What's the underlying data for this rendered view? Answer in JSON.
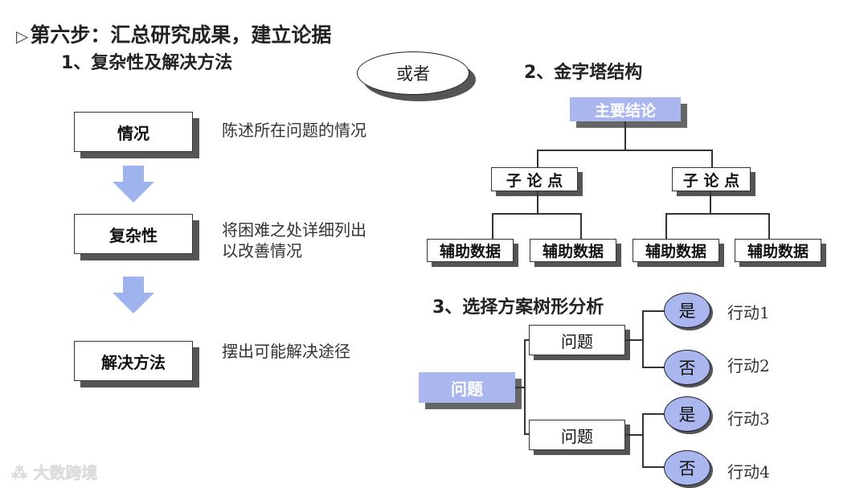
{
  "page": {
    "title": "第六步：汇总研究成果，建立论据"
  },
  "section1": {
    "title": "1、复杂性及解决方法",
    "steps": [
      {
        "label": "情况",
        "desc": [
          "陈述所在问题的情况"
        ]
      },
      {
        "label": "复杂性",
        "desc": [
          "将困难之处详细列出",
          "以改善情况"
        ]
      },
      {
        "label": "解决方法",
        "desc": [
          "摆出可能解决途径"
        ]
      }
    ]
  },
  "connector": {
    "label": "或者"
  },
  "section2": {
    "title": "2、金字塔结构",
    "root": "主要结论",
    "sub_points": [
      "子 论 点",
      "子 论 点"
    ],
    "supports": [
      "辅助数据",
      "辅助数据",
      "辅助数据",
      "辅助数据"
    ]
  },
  "section3": {
    "title": "3、选择方案树形分析",
    "root": "问题",
    "questions": [
      "问题",
      "问题"
    ],
    "answers": [
      "是",
      "否",
      "是",
      "否"
    ],
    "actions": [
      "行动1",
      "行动2",
      "行动3",
      "行动4"
    ]
  },
  "watermark": {
    "text": "大数跨境"
  },
  "colors": {
    "accent_blue": "#aab7ee",
    "arrow_blue": "#9fb4ee",
    "shadow": "#555555"
  }
}
